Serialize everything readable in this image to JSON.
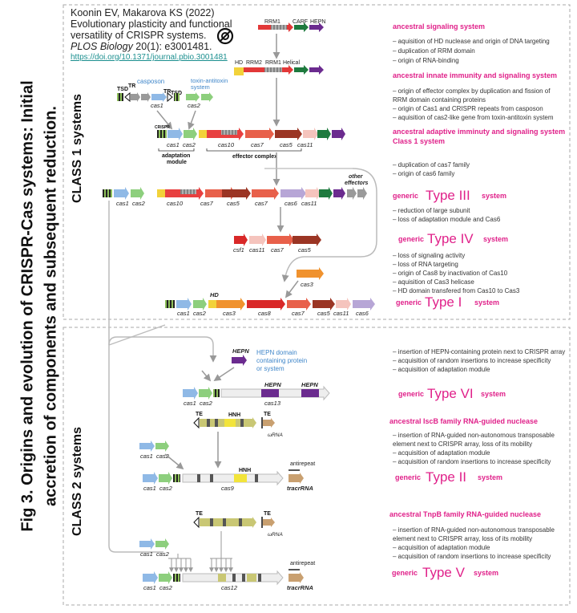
{
  "fig_caption": {
    "line1": "Fig 3. Origins and evolution of CRISPR-Cas systems: Initial",
    "line2": "accretion of components and subsequent reduction."
  },
  "citation": {
    "authors": "Koonin EV, Makarova KS (2022)",
    "title_line1": "Evolutionary plasticity and functional",
    "title_line2": "versatility of CRISPR systems.",
    "journal": "PLOS Biology",
    "journal_ref": " 20(1): e3001481.",
    "doi": "https://doi.org/10.1371/journal.pbio.3001481"
  },
  "class_labels": {
    "class1": "CLASS 1  systems",
    "class2": "CLASS 2  systems"
  },
  "top_labels": {
    "rrm1": "RRM1",
    "carf": "CARF",
    "hepn": "HEPN",
    "hd": "HD",
    "rrm2": "RRM2",
    "rrm1b": "RRM1",
    "helical": "Helical",
    "tsd1": "TSD",
    "tr1": "TR",
    "tr2": "TR",
    "tsd2": "TSD",
    "casposon": "casposon",
    "toxin_line1": "toxin-antitoxin",
    "toxin_line2": "system",
    "crispr": "CRISPR",
    "adapt_line1": "adaptation",
    "adapt_line2": "module",
    "effector_complex": "effector complex",
    "other_line1": "other",
    "other_line2": "effectors"
  },
  "gene_labels": {
    "cas1": "cas1",
    "cas2": "cas2",
    "cas3": "cas3",
    "cas5": "cas5",
    "cas6": "cas6",
    "cas7": "cas7",
    "cas8": "cas8",
    "cas9": "cas9",
    "cas10": "cas10",
    "cas11": "cas11",
    "cas12": "cas12",
    "cas13": "cas13",
    "csf1": "csf1",
    "hd": "HD",
    "hnh": "HNH",
    "hepn": "HEPN",
    "te": "TE",
    "wrna": "ωRNA",
    "antirepeat": "antirepeat",
    "tracr": "tracrRNA"
  },
  "hepn_note": {
    "line1": "HEPN domain",
    "line2": "containing protein",
    "line3": "or system"
  },
  "right_panel": {
    "sec1": {
      "title": "ancestral signaling system",
      "items": [
        "– aquisition of HD nuclease and origin of DNA targeting",
        "– duplication of RRM domain",
        "– origin of RNA-binding"
      ]
    },
    "sec2": {
      "title": "ancestral innate immunity and signaling system",
      "items": [
        "– origin of effector complex by duplication and fission of",
        "   RRM domain containing proteins",
        "– origin of Cas1 and CRISPR repeats from casposon",
        "– aquisition of cas2-like gene from toxin-antitoxin system"
      ]
    },
    "sec3": {
      "title_line1": "ancestral adaptive imminuty and signaling system",
      "title_line2": "Class 1 system",
      "items": [
        "– duplication of cas7 family",
        "– origin of cas6 family"
      ]
    },
    "type3": {
      "generic": "generic",
      "type": "Type III",
      "system": "system"
    },
    "sec4": {
      "items": [
        "– reduction of large subunit",
        "– loss of adaptation module and Cas6"
      ]
    },
    "type4": {
      "generic": "generic",
      "type": "Type IV",
      "system": "system"
    },
    "sec5": {
      "items": [
        "– loss of signaling activity",
        "– loss of RNA targeting",
        "– origin of Cas8 by inactivation of Cas10",
        "– aquisition of Cas3 helicase",
        "– HD domain transfered from Cas10 to Cas3"
      ]
    },
    "type1": {
      "generic": "generic",
      "type": "Type I",
      "system": "system"
    },
    "sec6": {
      "items": [
        "– insertion of HEPN-containing protein next to CRISPR array",
        "– acquisition of random insertions to increase specificity",
        "– acquisition of adaptation module"
      ]
    },
    "type6": {
      "generic": "generic",
      "type": "Type VI",
      "system": "system"
    },
    "sec7": {
      "title": "ancestral IscB family RNA-guided nuclease",
      "items": [
        "– insertion of RNA-guided non-autonomous transposable",
        "   element next to CRISPR array, loss of its mobility",
        "– acquisition of adaptation module",
        "– acquisition of random insertions to increase specificity"
      ]
    },
    "type2": {
      "generic": "generic",
      "type": "Type II",
      "system": "system"
    },
    "sec8": {
      "title": "ancestral TnpB family RNA-guided nuclease",
      "items": [
        "– insertion of RNA-guided non-autonomous transposable",
        "   element next to CRISPR array, loss of its mobility",
        "– acquisition of adaptation module",
        "– acquisition of random insertions to increase specificity"
      ]
    },
    "type5": {
      "generic": "generic",
      "type": "Type V",
      "system": "system"
    }
  },
  "colors": {
    "cas1": "#8fb9e6",
    "cas2": "#8dcf7d",
    "cas3": "#f0922e",
    "cas5": "#9b3524",
    "cas6": "#b7a6d6",
    "cas7": "#e8604a",
    "cas8": "#d92828",
    "cas10": "#e84040",
    "cas11": "#f5c4bd",
    "carf": "#1e7a3e",
    "hepn": "#6b2b8f",
    "gray": "#9a9a9a",
    "hd": "#f2d23a",
    "magenta": "#e0218a",
    "teal": "#1b8f8f",
    "blue_label": "#3f86c9",
    "te": "#9c6b3a"
  }
}
